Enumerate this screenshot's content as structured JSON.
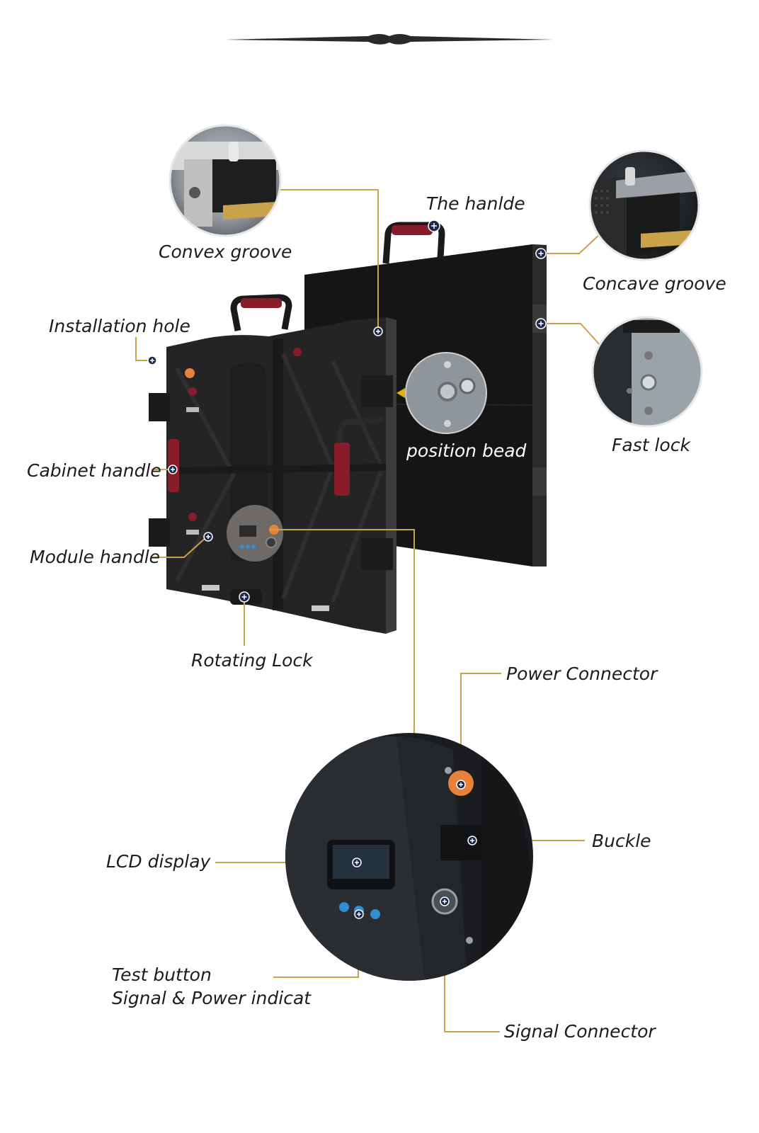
{
  "colors": {
    "leader_line": "#c9a24a",
    "marker_fill": "#1b2a4a",
    "marker_stroke": "#ffffff",
    "panel_front": "#1a1a1a",
    "cabinet_body": "#262626",
    "handle_red": "#8a1c2a",
    "connector_orange": "#e8823a",
    "indicator_blue": "#2f8fd0"
  },
  "labels": {
    "convex_groove": "Convex groove",
    "the_handle": "The hanlde",
    "concave_groove": "Concave groove",
    "installation_hole": "Installation hole",
    "position_bead": "position bead",
    "fast_lock": "Fast lock",
    "cabinet_handle": "Cabinet handle",
    "module_handle": "Module handle",
    "rotating_lock": "Rotating Lock",
    "power_connector": "Power Connector",
    "buckle": "Buckle",
    "lcd_display": "LCD display",
    "test_button_line1": "Test button",
    "test_button_line2": "Signal & Power indicat",
    "signal_connector": "Signal Connector"
  },
  "icons": {
    "hotspot": "plus-circle-icon",
    "pointer": "triangle-pointer-icon"
  }
}
